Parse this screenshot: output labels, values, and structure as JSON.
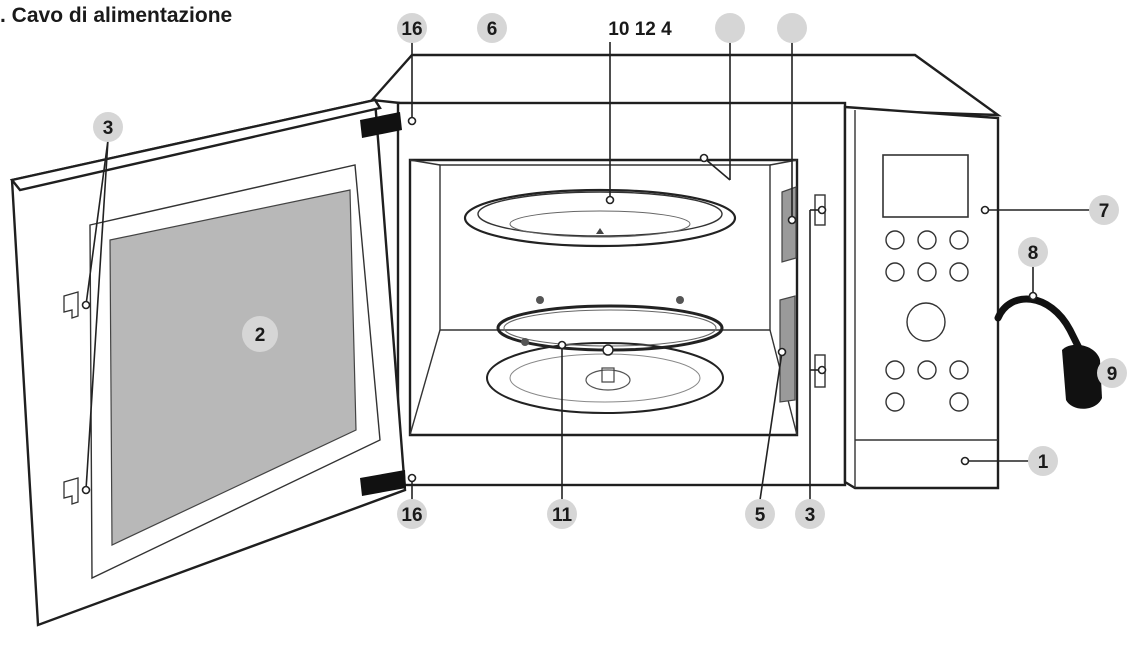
{
  "heading": ". Cavo di alimentazione",
  "labels": {
    "l16_top": "16",
    "l6": "6",
    "l10_12_4": "10 12 4",
    "l3_door": "3",
    "l2": "2",
    "l7": "7",
    "l8": "8",
    "l9": "9",
    "l1": "1",
    "l16_bottom": "16",
    "l11": "11",
    "l5": "5",
    "l3_bottom": "3"
  }
}
